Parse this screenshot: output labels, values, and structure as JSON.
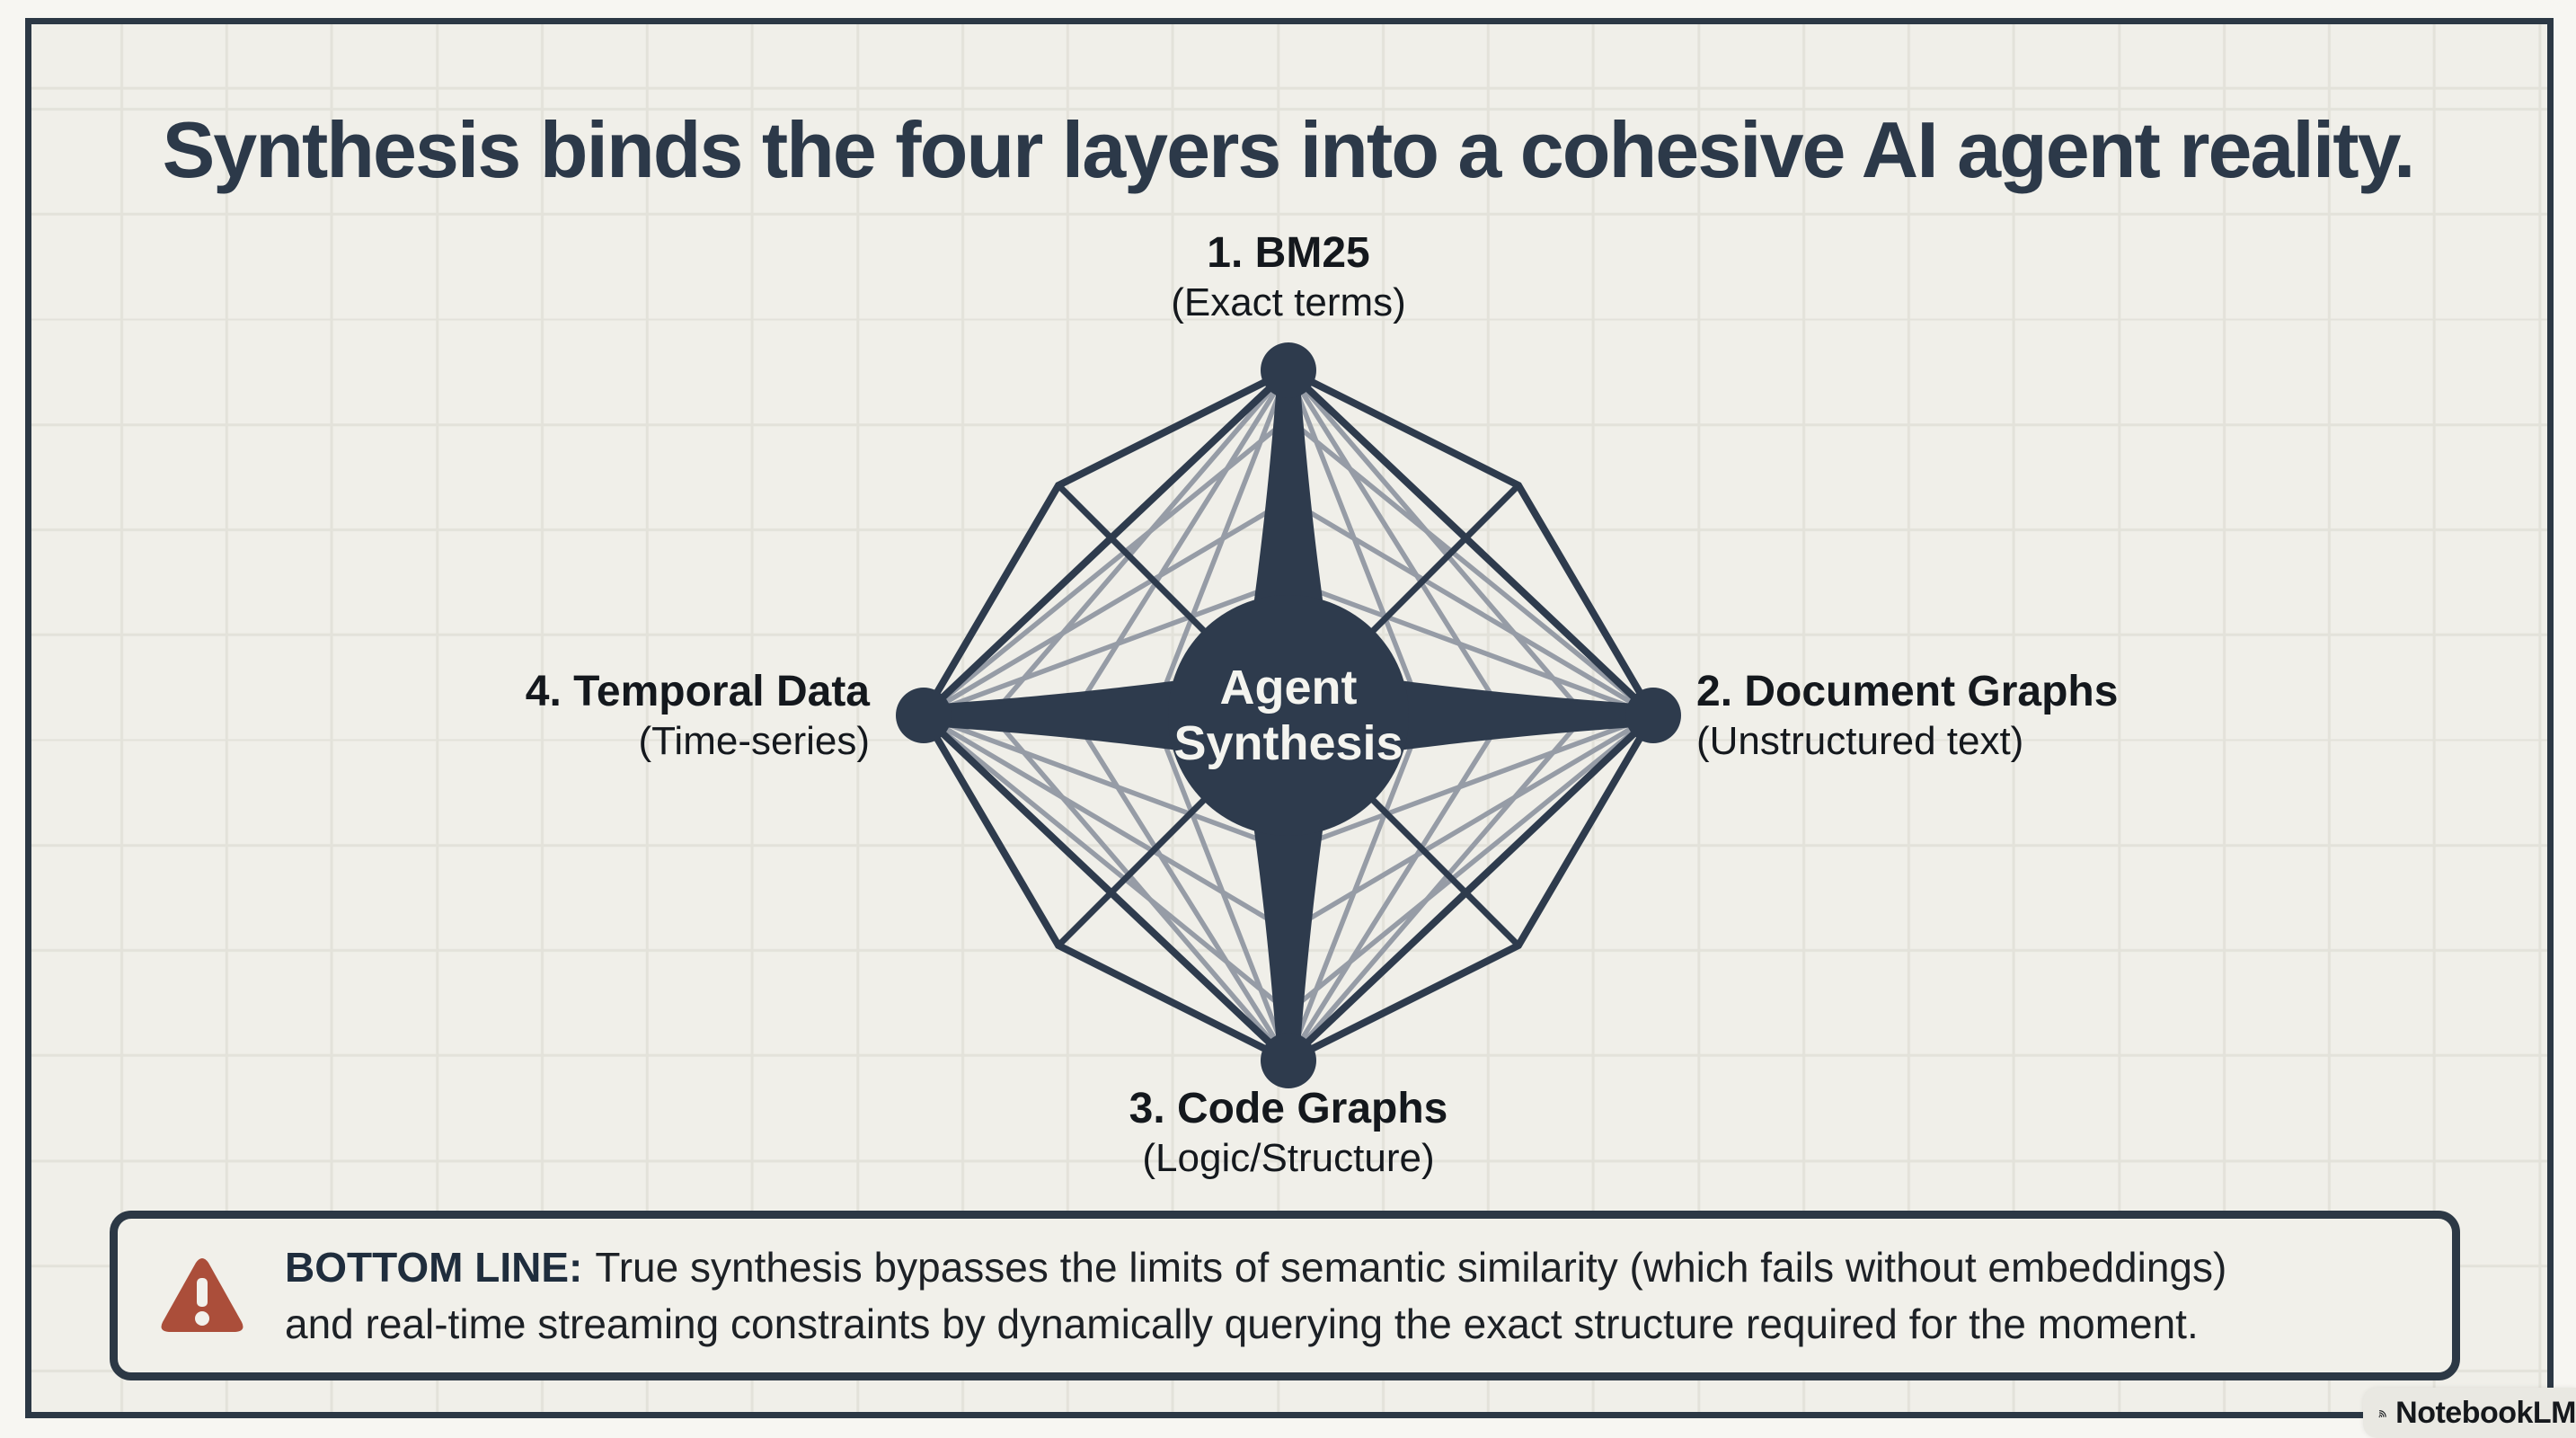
{
  "slide": {
    "title": "Synthesis binds the four layers into a cohesive AI agent reality.",
    "center_node": {
      "line1": "Agent",
      "line2": "Synthesis"
    },
    "nodes": [
      {
        "id": "top",
        "title": "1. BM25",
        "subtitle": "(Exact terms)"
      },
      {
        "id": "right",
        "title": "2. Document Graphs",
        "subtitle": "(Unstructured text)"
      },
      {
        "id": "bottom",
        "title": "3. Code Graphs",
        "subtitle": "(Logic/Structure)"
      },
      {
        "id": "left",
        "title": "4. Temporal Data",
        "subtitle": "(Time-series)"
      }
    ],
    "bottom_line": {
      "label": "BOTTOM LINE:",
      "line1": "True synthesis bypasses the limits of semantic similarity (which fails without embeddings)",
      "line2": "and real-time streaming constraints by dynamically querying the exact structure required for the moment."
    },
    "watermark": {
      "label": "NotebookLM"
    },
    "colors": {
      "navy": "#2e3b4d",
      "gray_line": "#969ca6",
      "rust": "#ab4e3a",
      "slide_bg": "#f0efe9",
      "grid_line": "#e3e2da"
    }
  }
}
